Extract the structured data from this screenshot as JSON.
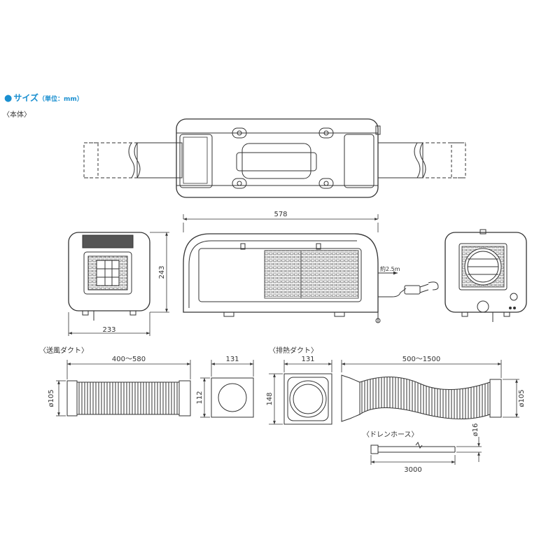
{
  "heading": {
    "bullet": "●",
    "title": "サイズ",
    "unit": "（単位：mm）"
  },
  "sections": {
    "main_body": "〈本体〉",
    "supply_duct": "〈送風ダクト〉",
    "exhaust_duct": "〈排熱ダクト〉",
    "drain_hose": "〈ドレンホース〉"
  },
  "dimensions": {
    "body_width": "578",
    "body_depth": "233",
    "body_height": "243",
    "cord_length": "約2.5m",
    "supply_duct_length": "400～580",
    "supply_duct_diameter": "ø105",
    "supply_flange_width": "131",
    "supply_flange_height": "112",
    "exhaust_flange_width": "131",
    "exhaust_flange_height": "148",
    "exhaust_duct_length": "500～1500",
    "exhaust_duct_diameter": "ø105",
    "drain_diameter": "ø16",
    "drain_length": "3000"
  }
}
